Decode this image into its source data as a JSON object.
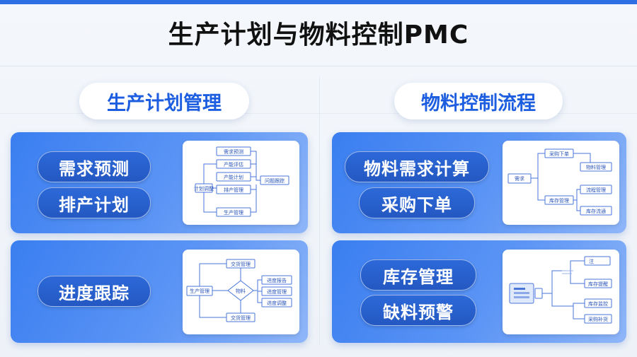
{
  "title": "生产计划与物料控制PMC",
  "left": {
    "heading": "生产计划管理",
    "panel1": {
      "pills": [
        "需求预测",
        "排产计划"
      ],
      "diagram": {
        "nodes": [
          "需求预测",
          "产能评估",
          "产能计划",
          "排产管理",
          "生产管理",
          "计划调整",
          "问题跟踪"
        ]
      }
    },
    "panel2": {
      "pills": [
        "进度跟踪"
      ],
      "diagram": {
        "nodes": [
          "交货管理",
          "生产管理",
          "物料",
          "进度报告",
          "进度管理",
          "进度调整",
          "交货管理"
        ]
      }
    }
  },
  "right": {
    "heading": "物料控制流程",
    "panel1": {
      "pills": [
        "物料需求计算",
        "采购下单"
      ],
      "diagram": {
        "nodes": [
          "需求",
          "采购下单",
          "物料管理",
          "库存管理",
          "流程管理",
          "库存流通"
        ]
      }
    },
    "panel2": {
      "pills": [
        "库存管理",
        "缺料预警"
      ],
      "diagram": {
        "nodes": [
          "注",
          "库存提醒",
          "库存监控",
          "采购补货"
        ]
      }
    }
  },
  "colors": {
    "accent": "#2f6fe6",
    "panel": "#3a7ef0",
    "pill": "#2458c2"
  }
}
